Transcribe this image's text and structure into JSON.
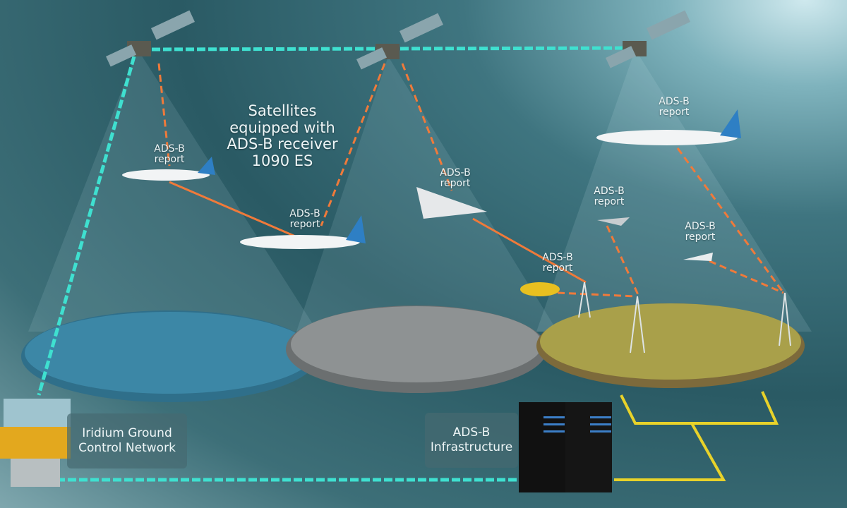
{
  "diagram": {
    "headline": {
      "line1": "Satellites",
      "line2": "equipped with",
      "line3": "ADS-B receiver",
      "line4": "1090 ES"
    },
    "report_labels": [
      {
        "line1": "ADS-B",
        "line2": "report"
      },
      {
        "line1": "ADS-B",
        "line2": "report"
      },
      {
        "line1": "ADS-B",
        "line2": "report"
      },
      {
        "line1": "ADS-B",
        "line2": "report"
      },
      {
        "line1": "ADS-B",
        "line2": "report"
      },
      {
        "line1": "ADS-B",
        "line2": "report"
      },
      {
        "line1": "ADS-B",
        "line2": "report"
      }
    ],
    "ground_network": {
      "line1": "Iridium Ground",
      "line2": "Control Network"
    },
    "infrastructure": {
      "line1": "ADS-B",
      "line2": "Infrastructure"
    },
    "colors": {
      "satellite_link": "#3fe0d0",
      "report_dashed": "#f07a3a",
      "ground_link": "#e8d22a"
    }
  }
}
